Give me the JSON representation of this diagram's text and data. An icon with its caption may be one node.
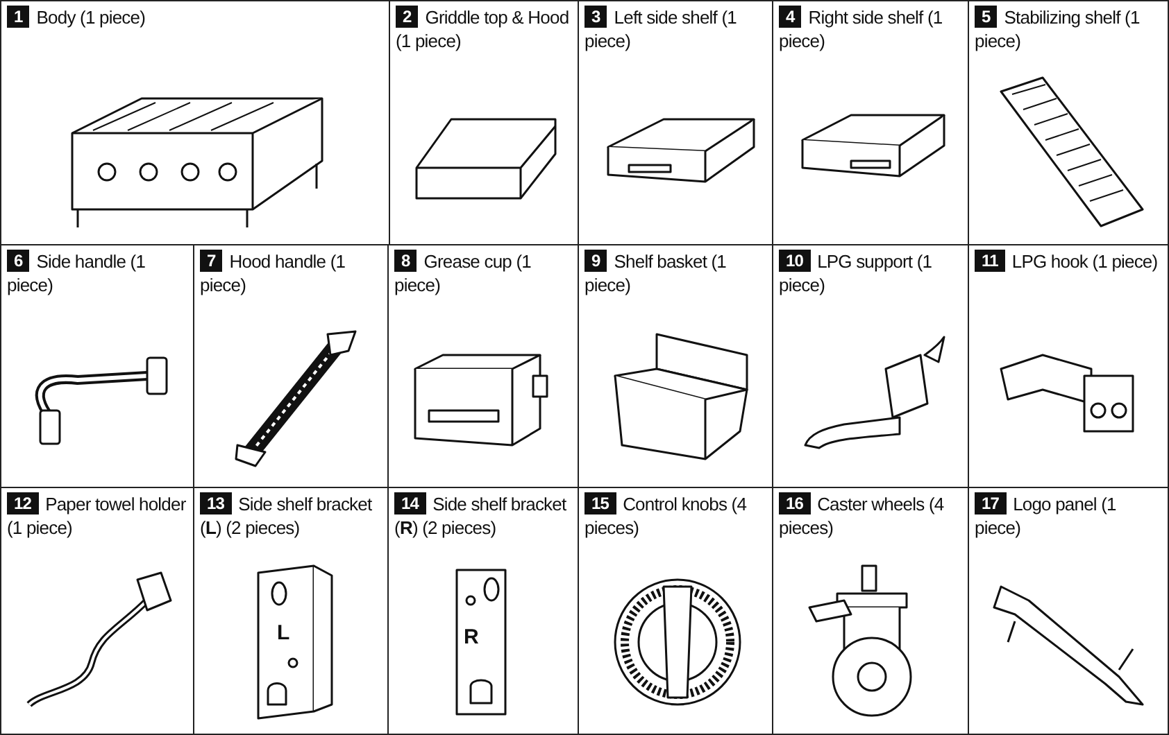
{
  "diagram": {
    "nodes": [
      {
        "text": [
          "1",
          "Body (1 piece)"
        ]
      },
      {
        "text": [
          "2",
          "Griddle top & Hood (1 piece)"
        ]
      },
      {
        "text": [
          "3",
          "Left side shelf (1 piece)"
        ]
      },
      {
        "text": [
          "4",
          "Right side shelf (1 piece)"
        ]
      },
      {
        "text": [
          "5",
          "Stabilizing shelf (1 piece)"
        ]
      },
      {
        "text": [
          "6",
          "Side handle (1 piece)"
        ]
      },
      {
        "text": [
          "7",
          "Hood handle (1 piece)"
        ]
      },
      {
        "text": [
          "8",
          "Grease cup (1 piece)"
        ]
      },
      {
        "text": [
          "9",
          "Shelf basket (1 piece)"
        ]
      },
      {
        "text": [
          "10",
          "LPG support (1 piece)"
        ]
      },
      {
        "text": [
          "11",
          "LPG hook (1 piece)"
        ]
      },
      {
        "text": [
          "12",
          "Paper towel holder (1 piece)"
        ]
      },
      {
        "text": [
          "13",
          "Side shelf bracket (**L**) (2 pieces)"
        ]
      },
      {
        "text": [
          "14",
          "Side shelf bracket (**R**) (2 pieces)"
        ]
      },
      {
        "text": [
          "15",
          "Control knobs (4 pieces)"
        ]
      },
      {
        "text": [
          "16",
          "Caster wheels (4 pieces)"
        ]
      },
      {
        "text": [
          "17",
          "Logo panel (1 piece)"
        ]
      }
    ],
    "edges": [],
    "labels": [
      "L",
      "R"
    ]
  }
}
